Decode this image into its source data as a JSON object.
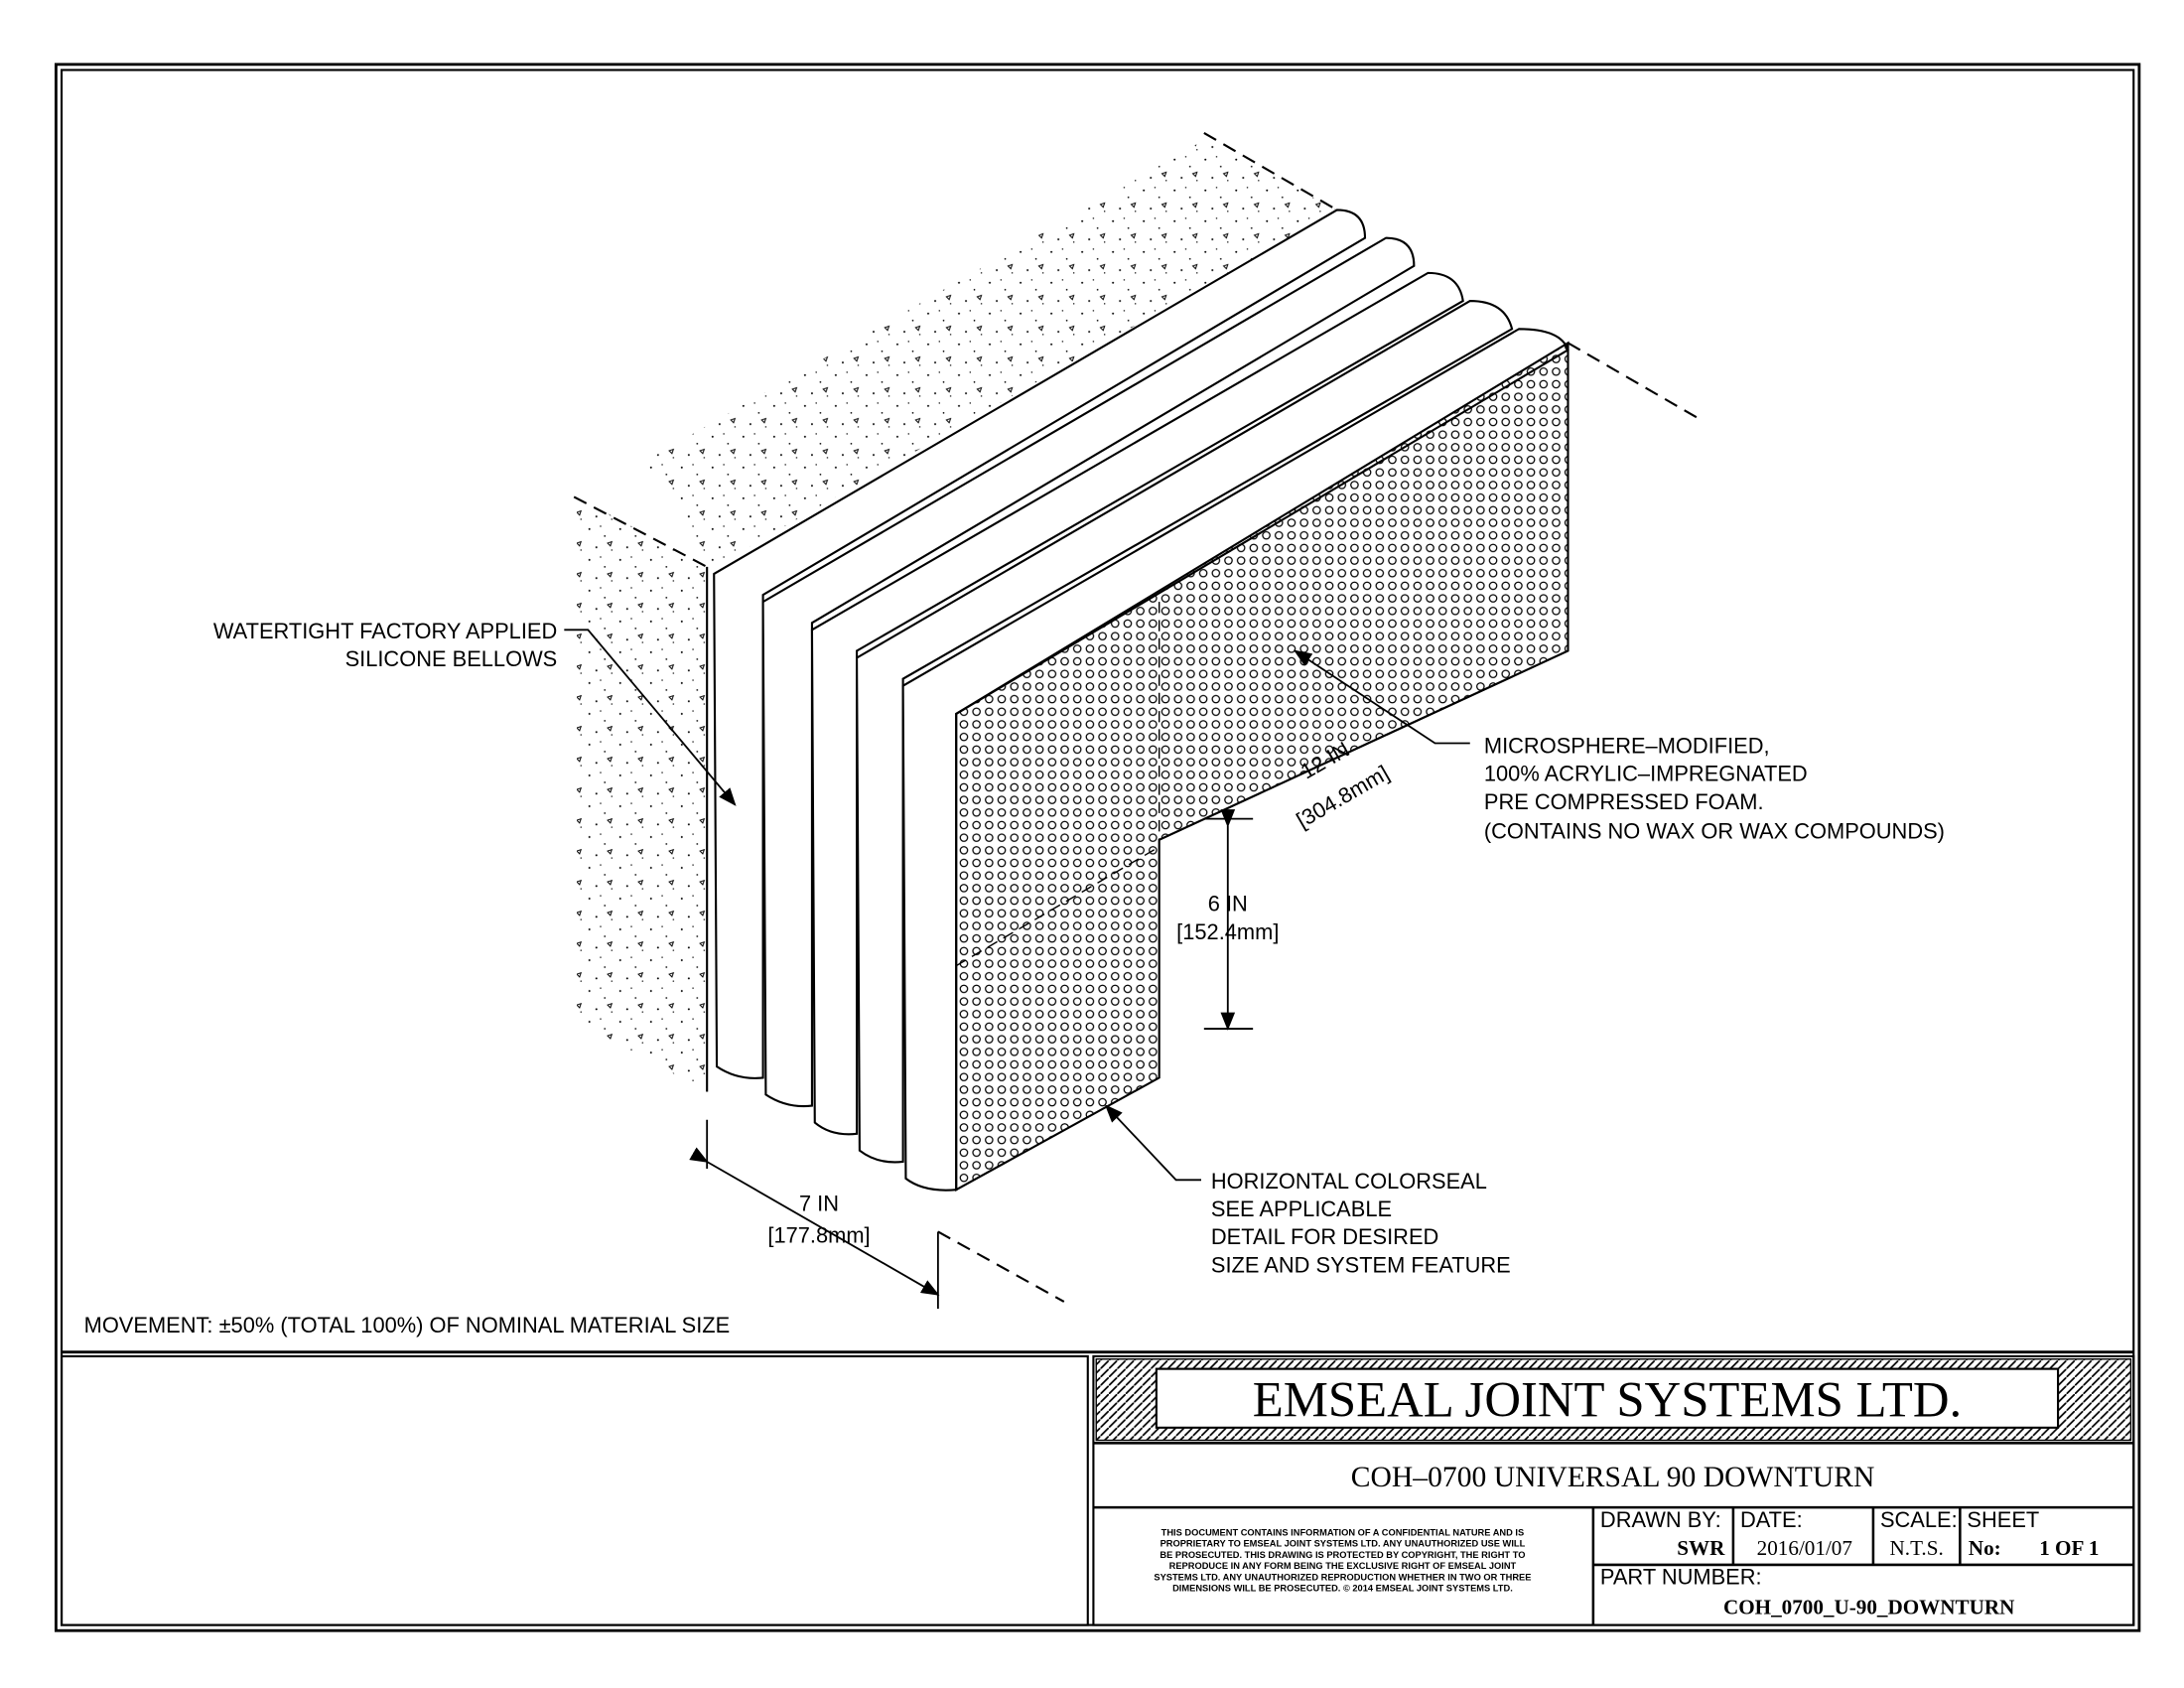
{
  "labels": {
    "bellows": [
      "WATERTIGHT FACTORY APPLIED",
      "SILICONE BELLOWS"
    ],
    "foam": [
      "MICROSPHERE–MODIFIED,",
      "100% ACRYLIC–IMPREGNATED",
      "PRE COMPRESSED FOAM.",
      "(CONTAINS NO WAX OR WAX COMPOUNDS)"
    ],
    "colorseal": [
      "HORIZONTAL COLORSEAL",
      "SEE APPLICABLE",
      "DETAIL FOR DESIRED",
      "SIZE AND SYSTEM FEATURE"
    ],
    "movement": "MOVEMENT: ±50% (TOTAL 100%) OF NOMINAL MATERIAL SIZE"
  },
  "dimensions": {
    "length": {
      "value": "12 IN",
      "metric": "[304.8mm]"
    },
    "height": {
      "value": "6 IN",
      "metric": "[152.4mm]"
    },
    "width": {
      "value": "7 IN",
      "metric": "[177.8mm]"
    }
  },
  "title_block": {
    "company": "EMSEAL JOINT SYSTEMS LTD.",
    "title": "COH–0700 UNIVERSAL 90 DOWNTURN",
    "confidential": [
      "THIS DOCUMENT CONTAINS INFORMATION OF A CONFIDENTIAL NATURE AND IS",
      "PROPRIETARY TO EMSEAL JOINT SYSTEMS LTD. ANY UNAUTHORIZED USE WILL",
      "BE PROSECUTED. THIS DRAWING IS PROTECTED BY COPYRIGHT, THE RIGHT TO",
      "REPRODUCE IN ANY FORM BEING THE EXCLUSIVE RIGHT OF EMSEAL JOINT",
      "SYSTEMS LTD. ANY UNAUTHORIZED REPRODUCTION WHETHER IN TWO OR THREE",
      "DIMENSIONS WILL BE PROSECUTED. © 2014 EMSEAL JOINT SYSTEMS LTD."
    ],
    "drawn_by_label": "DRAWN BY:",
    "drawn_by": "SWR",
    "date_label": "DATE:",
    "date": "2016/01/07",
    "scale_label": "SCALE:",
    "scale": "N.T.S.",
    "sheet_label": "SHEET",
    "sheet_no_label": "No:",
    "sheet": "1 OF 1",
    "part_number_label": "PART NUMBER:",
    "part_number": "COH_0700_U-90_DOWNTURN"
  }
}
